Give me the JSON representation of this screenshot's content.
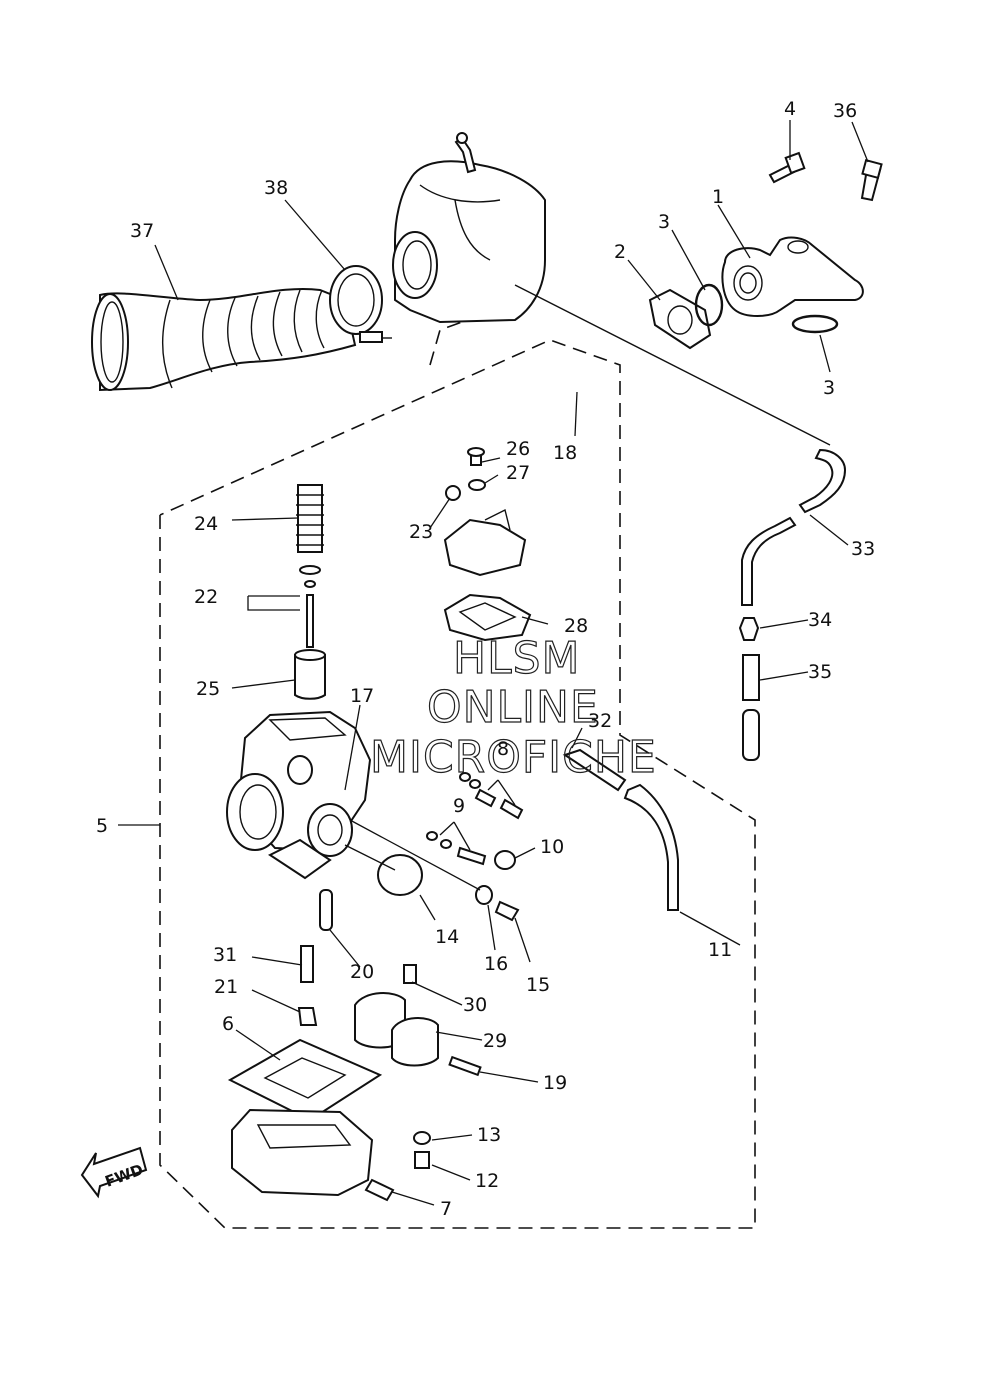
{
  "watermark": [
    "HLSM",
    "ONLINE",
    "MICROFICHE"
  ],
  "direction_marker": "FWD",
  "callouts": [
    {
      "id": "c1",
      "text": "1"
    },
    {
      "id": "c2",
      "text": "2"
    },
    {
      "id": "c3a",
      "text": "3"
    },
    {
      "id": "c3b",
      "text": "3"
    },
    {
      "id": "c4",
      "text": "4"
    },
    {
      "id": "c5",
      "text": "5"
    },
    {
      "id": "c6",
      "text": "6"
    },
    {
      "id": "c7",
      "text": "7"
    },
    {
      "id": "c8",
      "text": "8"
    },
    {
      "id": "c9",
      "text": "9"
    },
    {
      "id": "c10",
      "text": "10"
    },
    {
      "id": "c11",
      "text": "11"
    },
    {
      "id": "c12",
      "text": "12"
    },
    {
      "id": "c13",
      "text": "13"
    },
    {
      "id": "c14",
      "text": "14"
    },
    {
      "id": "c15",
      "text": "15"
    },
    {
      "id": "c16",
      "text": "16"
    },
    {
      "id": "c17",
      "text": "17"
    },
    {
      "id": "c18",
      "text": "18"
    },
    {
      "id": "c19",
      "text": "19"
    },
    {
      "id": "c20",
      "text": "20"
    },
    {
      "id": "c21",
      "text": "21"
    },
    {
      "id": "c22",
      "text": "22"
    },
    {
      "id": "c23",
      "text": "23"
    },
    {
      "id": "c24",
      "text": "24"
    },
    {
      "id": "c25",
      "text": "25"
    },
    {
      "id": "c26",
      "text": "26"
    },
    {
      "id": "c27",
      "text": "27"
    },
    {
      "id": "c28",
      "text": "28"
    },
    {
      "id": "c29",
      "text": "29"
    },
    {
      "id": "c30",
      "text": "30"
    },
    {
      "id": "c31",
      "text": "31"
    },
    {
      "id": "c32",
      "text": "32"
    },
    {
      "id": "c33",
      "text": "33"
    },
    {
      "id": "c34",
      "text": "34"
    },
    {
      "id": "c35",
      "text": "35"
    },
    {
      "id": "c36",
      "text": "36"
    },
    {
      "id": "c37",
      "text": "37"
    },
    {
      "id": "c38",
      "text": "38"
    }
  ]
}
